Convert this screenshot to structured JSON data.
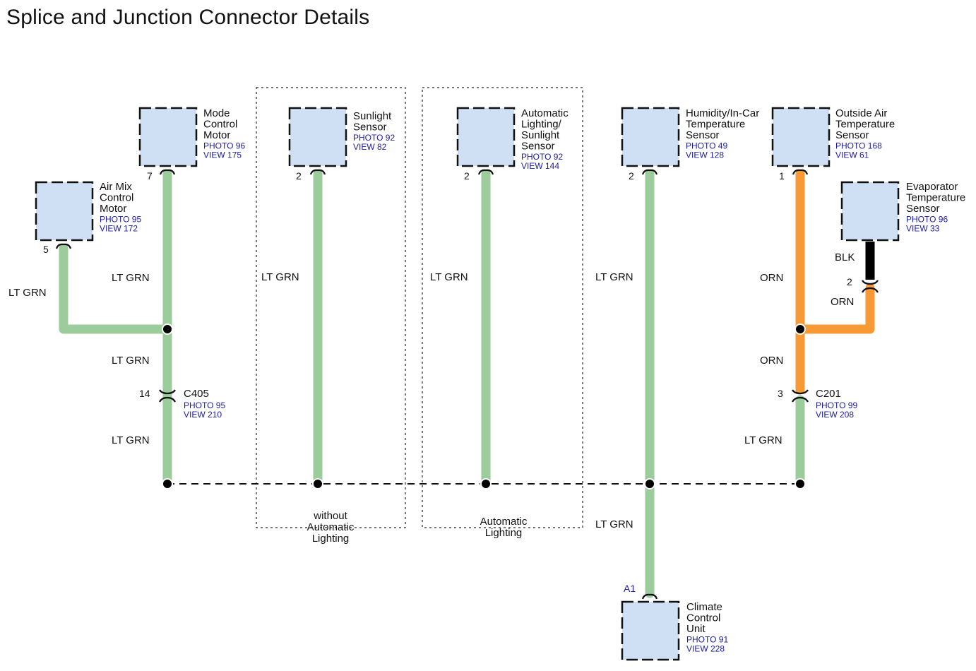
{
  "title": "Splice and Junction Connector Details",
  "colors": {
    "lt_grn": "#9ccb9c",
    "orn": "#f79a35",
    "blk": "#000000",
    "component_fill": "#cfe0f4",
    "reference_text": "#1a1aa8"
  },
  "components": {
    "mode_control_motor": {
      "name_lines": [
        "Mode",
        "Control",
        "Motor"
      ],
      "photo": "PHOTO 96",
      "view": "VIEW 175",
      "pin": "7"
    },
    "air_mix_control_motor": {
      "name_lines": [
        "Air Mix",
        "Control",
        "Motor"
      ],
      "photo": "PHOTO 95",
      "view": "VIEW 172",
      "pin": "5"
    },
    "sunlight_sensor": {
      "name_lines": [
        "Sunlight",
        "Sensor"
      ],
      "photo": "PHOTO 92",
      "view": "VIEW 82",
      "pin": "2"
    },
    "auto_lighting_sunlight_sensor": {
      "name_lines": [
        "Automatic",
        "Lighting/",
        "Sunlight",
        "Sensor"
      ],
      "photo": "PHOTO 92",
      "view": "VIEW 144",
      "pin": "2"
    },
    "humidity_incar_sensor": {
      "name_lines": [
        "Humidity/In-Car",
        "Temperature",
        "Sensor"
      ],
      "photo": "PHOTO 49",
      "view": "VIEW 128",
      "pin": "2"
    },
    "outside_air_sensor": {
      "name_lines": [
        "Outside Air",
        "Temperature",
        "Sensor"
      ],
      "photo": "PHOTO 168",
      "view": "VIEW 61",
      "pin": "1"
    },
    "evaporator_sensor": {
      "name_lines": [
        "Evaporator",
        "Temperature",
        "Sensor"
      ],
      "photo": "PHOTO 96",
      "view": "VIEW 33",
      "pin": "2"
    },
    "climate_control_unit": {
      "name_lines": [
        "Climate",
        "Control",
        "Unit"
      ],
      "photo": "PHOTO 91",
      "view": "VIEW 228",
      "pin": "A1"
    }
  },
  "connectors": {
    "c405": {
      "name": "C405",
      "photo": "PHOTO 95",
      "view": "VIEW 210",
      "pin": "14"
    },
    "c201": {
      "name": "C201",
      "photo": "PHOTO 99",
      "view": "VIEW 208",
      "pin": "3"
    }
  },
  "wire_labels": {
    "lt_grn": "LT GRN",
    "orn": "ORN",
    "blk": "BLK"
  },
  "option_boxes": {
    "without_auto_lighting": [
      "without",
      "Automatic",
      "Lighting"
    ],
    "auto_lighting": [
      "Automatic",
      "Lighting"
    ]
  }
}
